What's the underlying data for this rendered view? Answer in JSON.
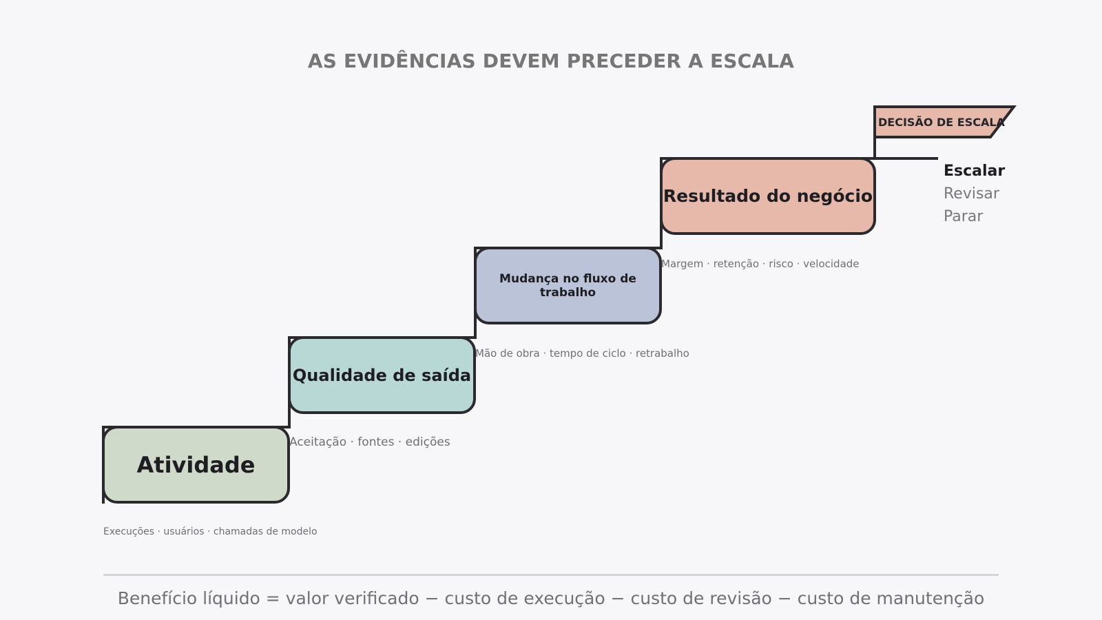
{
  "title": "AS EVIDÊNCIAS DEVEM PRECEDER A ESCALA",
  "steps": [
    {
      "label": "Atividade",
      "metrics": "Execuções · usuários · chamadas de modelo",
      "color": "#d0dacb"
    },
    {
      "label": "Qualidade de saída",
      "metrics": "Aceitação · fontes · edições",
      "color": "#b8d8d6"
    },
    {
      "label": "Mudança no fluxo de trabalho",
      "metrics": "Mão de obra · tempo de ciclo · retrabalho",
      "color": "#bac3d8"
    },
    {
      "label": "Resultado do negócio",
      "metrics": "Margem · retenção · risco · velocidade",
      "color": "#e6b9ab"
    }
  ],
  "decision": {
    "label": "DECISÃO DE ESCALA",
    "color": "#e6b9ab",
    "options": [
      "Escalar",
      "Revisar",
      "Parar"
    ]
  },
  "formula": "Benefício líquido = valor verificado − custo de execução − custo de revisão − custo de manutenção"
}
